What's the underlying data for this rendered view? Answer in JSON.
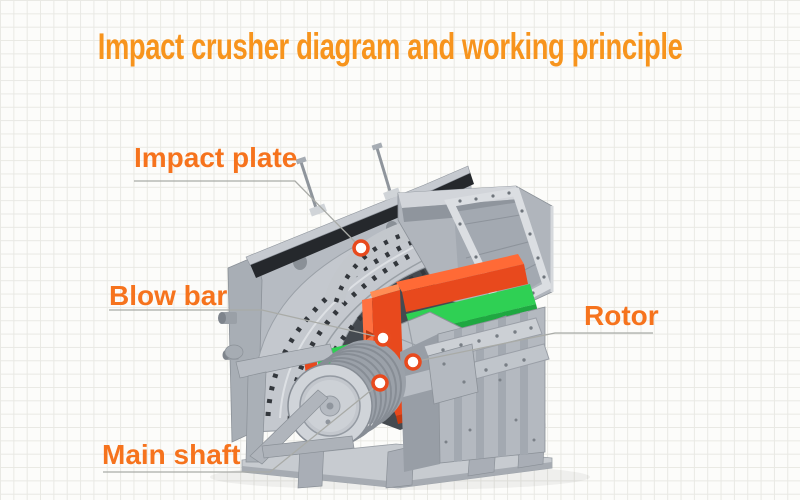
{
  "title": "Impact crusher diagram and working principle",
  "labels": [
    {
      "id": "impact-plate",
      "text": "Impact plate"
    },
    {
      "id": "blow-bar",
      "text": "Blow bar"
    },
    {
      "id": "rotor",
      "text": "Rotor"
    },
    {
      "id": "main-shaft",
      "text": "Main shaft"
    }
  ],
  "callouts": {
    "count": 4,
    "marked_parts": [
      "Impact plate",
      "Blow bar",
      "Rotor",
      "Main shaft"
    ]
  },
  "colors": {
    "title_orange": "#f7941d",
    "label_orange": "#f6731d",
    "leader_gray": "#a9aba7",
    "background": "#fcfcfa",
    "grid_line": "#e9e9e4",
    "machine_gray_light": "#c9cdd3",
    "machine_gray_mid": "#b4b9c0",
    "machine_gray_dark": "#8f959d",
    "machine_shadow_dark": "#25282c",
    "part_orange_red": "#e8491d",
    "part_green": "#2fd054",
    "callout_dot_ring": "#e84a1e",
    "callout_dot_fill": "#ffffff"
  }
}
